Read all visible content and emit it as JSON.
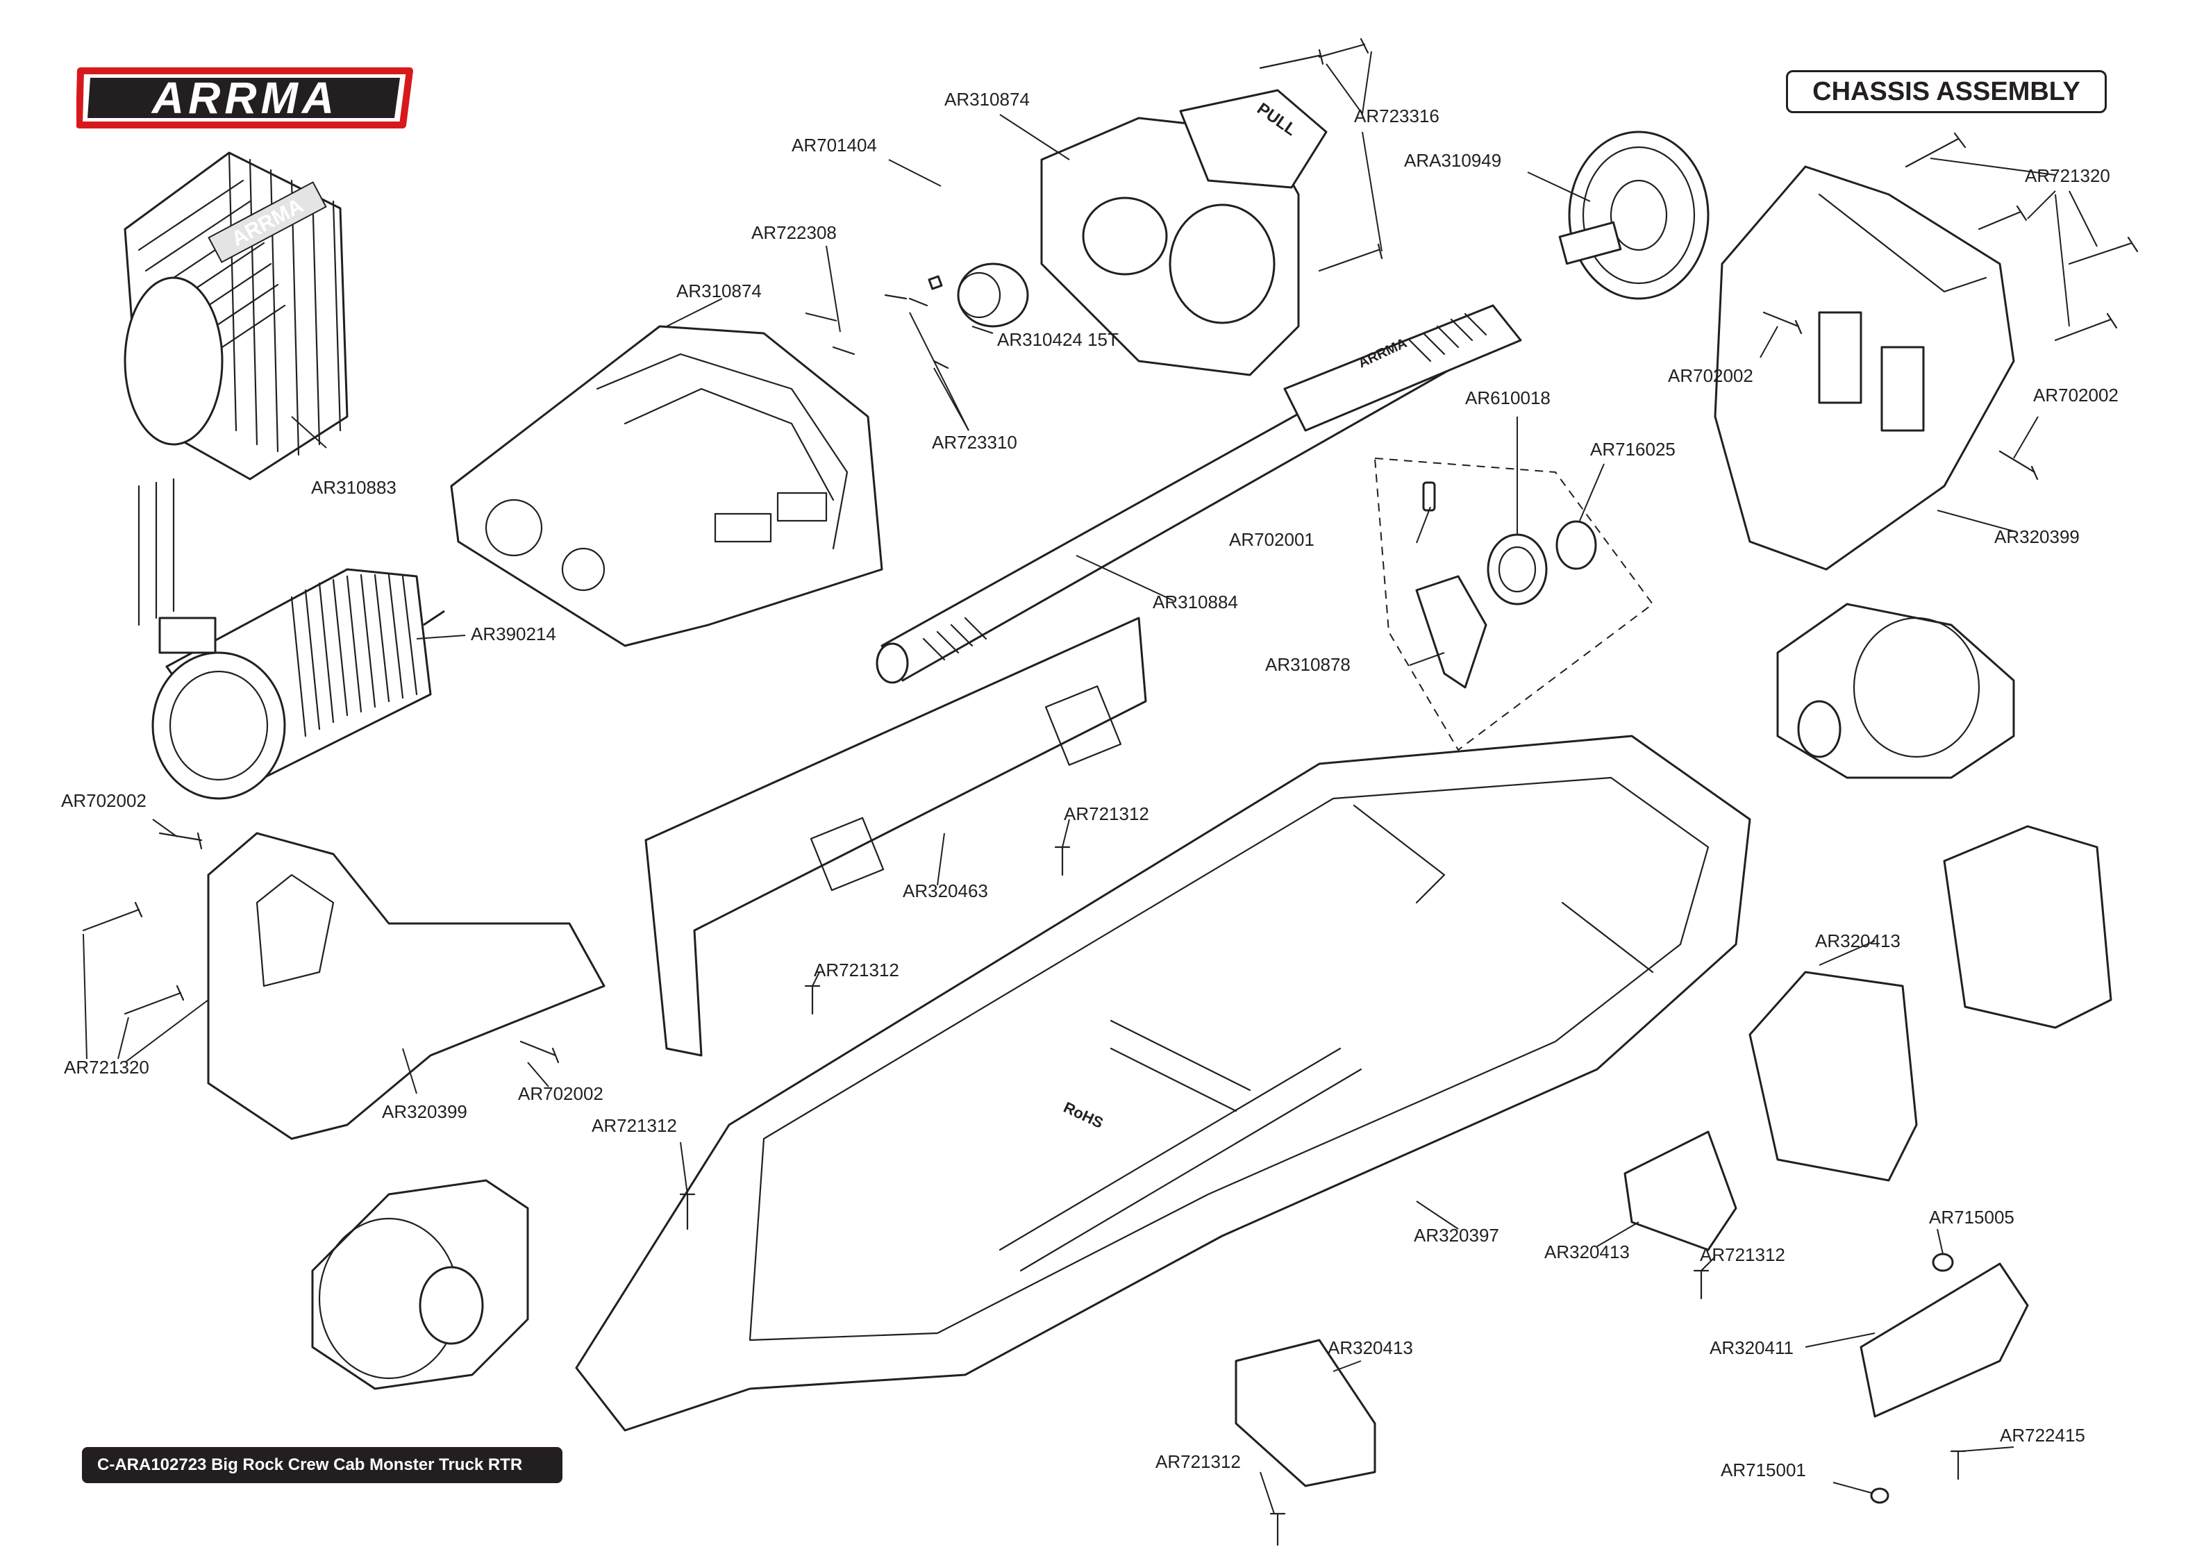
{
  "brand": {
    "logo_text": "ARRMA",
    "logo_color": "#d7191c"
  },
  "section_title": "CHASSIS ASSEMBLY",
  "footer_label": "C-ARA102723 Big Rock Crew Cab Monster Truck RTR",
  "callouts": {
    "ar723316": "AR723316",
    "ar310874_a": "AR310874",
    "ar701404": "AR701404",
    "ara310949": "ARA310949",
    "ar721320_a": "AR721320",
    "ar722308": "AR722308",
    "ar310874_b": "AR310874",
    "ar310424": "AR310424  15T",
    "ar702002_a": "AR702002",
    "ar702002_b": "AR702002",
    "ar723310": "AR723310",
    "ar610018": "AR610018",
    "ar716025": "AR716025",
    "ar310883": "AR310883",
    "ar702001": "AR702001",
    "ar320399_a": "AR320399",
    "ar310884": "AR310884",
    "ar390214": "AR390214",
    "ar310878": "AR310878",
    "ar702002_c": "AR702002",
    "ar721312_a": "AR721312",
    "ar320463": "AR320463",
    "ar320413_a": "AR320413",
    "ar721312_b": "AR721312",
    "ar721320_b": "AR721320",
    "ar320399_b": "AR320399",
    "ar702002_d": "AR702002",
    "ar721312_c": "AR721312",
    "ar320397": "AR320397",
    "ar320413_b": "AR320413",
    "ar721312_d": "AR721312",
    "ar715005": "AR715005",
    "ar320411": "AR320411",
    "ar320413_c": "AR320413",
    "ar721312_e": "AR721312",
    "ar722415": "AR722415",
    "ar715001": "AR715001"
  },
  "part_marks": {
    "motor_mount_tab": "PULL",
    "chassis_rohs": "RoHS",
    "heatsink_logo": "ARRMA",
    "driveshaft_logo": "ARRMA"
  }
}
